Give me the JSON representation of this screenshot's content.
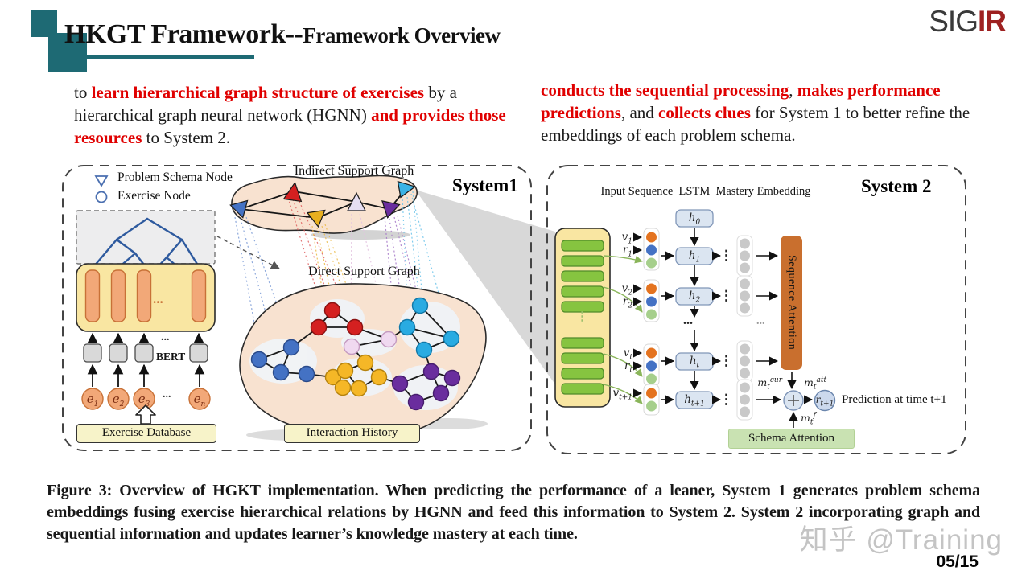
{
  "colors": {
    "accent_teal": "#1e6a74",
    "highlight_red": "#e00000",
    "sigir_red": "#9e2020",
    "blob_peach": "#f8e2d0",
    "box_yellow": "#f9e6a2",
    "bar_orange": "#f2a878",
    "seq_attention_orange": "#c96f2e",
    "schema_green": "#c9e2b2",
    "node_blue": "#4472c4",
    "node_red": "#d42020",
    "node_gold": "#e8af1f",
    "node_purple": "#6a2d9e",
    "node_cyan": "#3bb3e6",
    "node_pink": "#e6def2"
  },
  "header": {
    "title_main": "HKGT Framework--",
    "title_sub": "Framework  Overview",
    "logo_sig": "SIG",
    "logo_ir": "IR"
  },
  "intro_left": {
    "t1": "to ",
    "r1": "learn hierarchical graph structure of exercises",
    "t2": " by a hierarchical graph neural network (HGNN) ",
    "r2": "and provides those resources",
    "t3": " to System 2."
  },
  "intro_right": {
    "r1": "conducts the sequential processing",
    "t1": ", ",
    "r2": "makes performance predictions",
    "t2": ", and ",
    "r3": "collects clues",
    "t3": " for System 1 to better refine the embeddings of each problem schema."
  },
  "figure": {
    "system1": {
      "title": "System1",
      "legend_schema": "Problem Schema Node",
      "legend_exercise": "Exercise Node",
      "indirect_title": "Indirect Support Graph",
      "direct_title": "Direct Support Graph",
      "bert": "BERT",
      "exercise_db": "Exercise Database",
      "interaction_history": "Interaction History",
      "dots": "...",
      "dots_orange": "..."
    },
    "system2": {
      "title": "System 2",
      "header": "Input Sequence  LSTM  Mastery Embedding",
      "seq_attention": "Sequence Attention",
      "schema_attention": "Schema Attention",
      "prediction": "Prediction at time t+1",
      "dots_h": "...",
      "dots_v": "⋮",
      "dots_gray": "..."
    },
    "math": {
      "e1": {
        "b": "e",
        "s": "1"
      },
      "e2": {
        "b": "e",
        "s": "2"
      },
      "e3": {
        "b": "e",
        "s": "3"
      },
      "en": {
        "b": "e",
        "s": "n"
      },
      "v1": {
        "b": "v",
        "s": "1"
      },
      "r1": {
        "b": "r",
        "s": "1"
      },
      "v2": {
        "b": "v",
        "s": "2"
      },
      "r2": {
        "b": "r",
        "s": "2"
      },
      "vt": {
        "b": "v",
        "s": "t"
      },
      "rt": {
        "b": "r",
        "s": "t"
      },
      "vt1": {
        "b": "v",
        "s": "t+1"
      },
      "h0": {
        "b": "h",
        "s": "0"
      },
      "h1": {
        "b": "h",
        "s": "1"
      },
      "h2": {
        "b": "h",
        "s": "2"
      },
      "ht": {
        "b": "h",
        "s": "t"
      },
      "ht1": {
        "b": "h",
        "s": "t+1"
      },
      "mcur": {
        "b": "m",
        "s": "t",
        "p": "cur"
      },
      "matt": {
        "b": "m",
        "s": "t",
        "p": "att"
      },
      "mf": {
        "b": "m",
        "s": "t",
        "p": "f"
      },
      "rt1": {
        "b": "r",
        "s": "t+1"
      }
    }
  },
  "caption": {
    "text": "Figure 3: Overview of HGKT implementation. When predicting the performance of a leaner, System 1 generates problem schema embeddings fusing exercise hierarchical relations by HGNN and feed this information to System 2. System 2 incorporating graph and sequential information and updates learner’s knowledge mastery at each time."
  },
  "footer": {
    "watermark": "知乎 @Training",
    "page": "05/15"
  }
}
